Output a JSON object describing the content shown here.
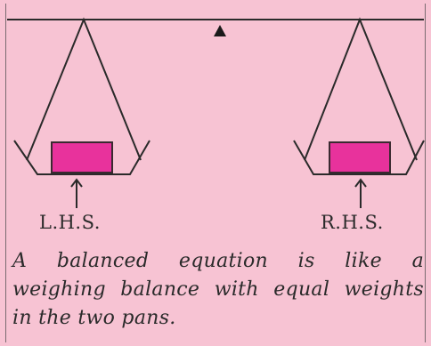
{
  "colors": {
    "background": "#f7c3d3",
    "weight_fill": "#e8329c",
    "weight_stroke": "#3a2a30",
    "line": "#2a2a2a"
  },
  "labels": {
    "left": "L.H.S.",
    "right": "R.H.S."
  },
  "caption": {
    "line1": "A balanced equation is like a",
    "line2": "weighing balance with equal weights",
    "line3": "in the two pans."
  }
}
